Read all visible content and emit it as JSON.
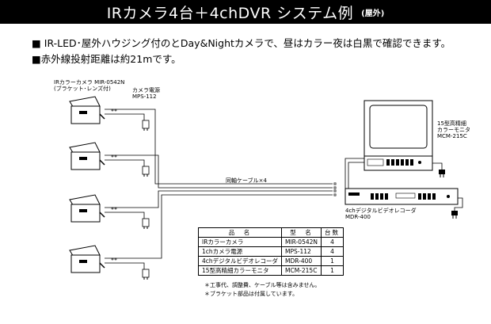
{
  "title": {
    "main": "IRカメラ4台＋4chDVR システム例",
    "sub": "(屋外)"
  },
  "description": {
    "line1": "■ IR-LED･屋外ハウジング付のとDay&Nightカメラで、昼はカラー夜は白黒で確認できます。",
    "line2": "■赤外線投射距離は約21mです。"
  },
  "labels": {
    "camera_line1": "IRカラーカメラ MIR-0542N",
    "camera_line2": "(ブラケット･レンズ付)",
    "power_line1": "カメラ電源",
    "power_line2": "MPS-112",
    "cable": "同軸ケーブル×4",
    "monitor_line1": "15型高精細",
    "monitor_line2": "カラーモニタ",
    "monitor_line3": "MCM-215C",
    "dvr_line1": "4chデジタルビデオレコーダ",
    "dvr_line2": "MDR-400"
  },
  "table": {
    "headers": [
      "品　名",
      "型　名",
      "台数"
    ],
    "rows": [
      [
        "IRカラーカメラ",
        "MIR-0542N",
        "4"
      ],
      [
        "1chカメラ電源",
        "MPS-112",
        "4"
      ],
      [
        "4chデジタルビデオレコーダ",
        "MDR-400",
        "1"
      ],
      [
        "15型高精細カラーモニタ",
        "MCM-215C",
        "1"
      ]
    ]
  },
  "notes": {
    "note1": "＊工事代、調整費、ケーブル等は含みません。",
    "note2": "＊ブラケット部品は付属しています。"
  }
}
